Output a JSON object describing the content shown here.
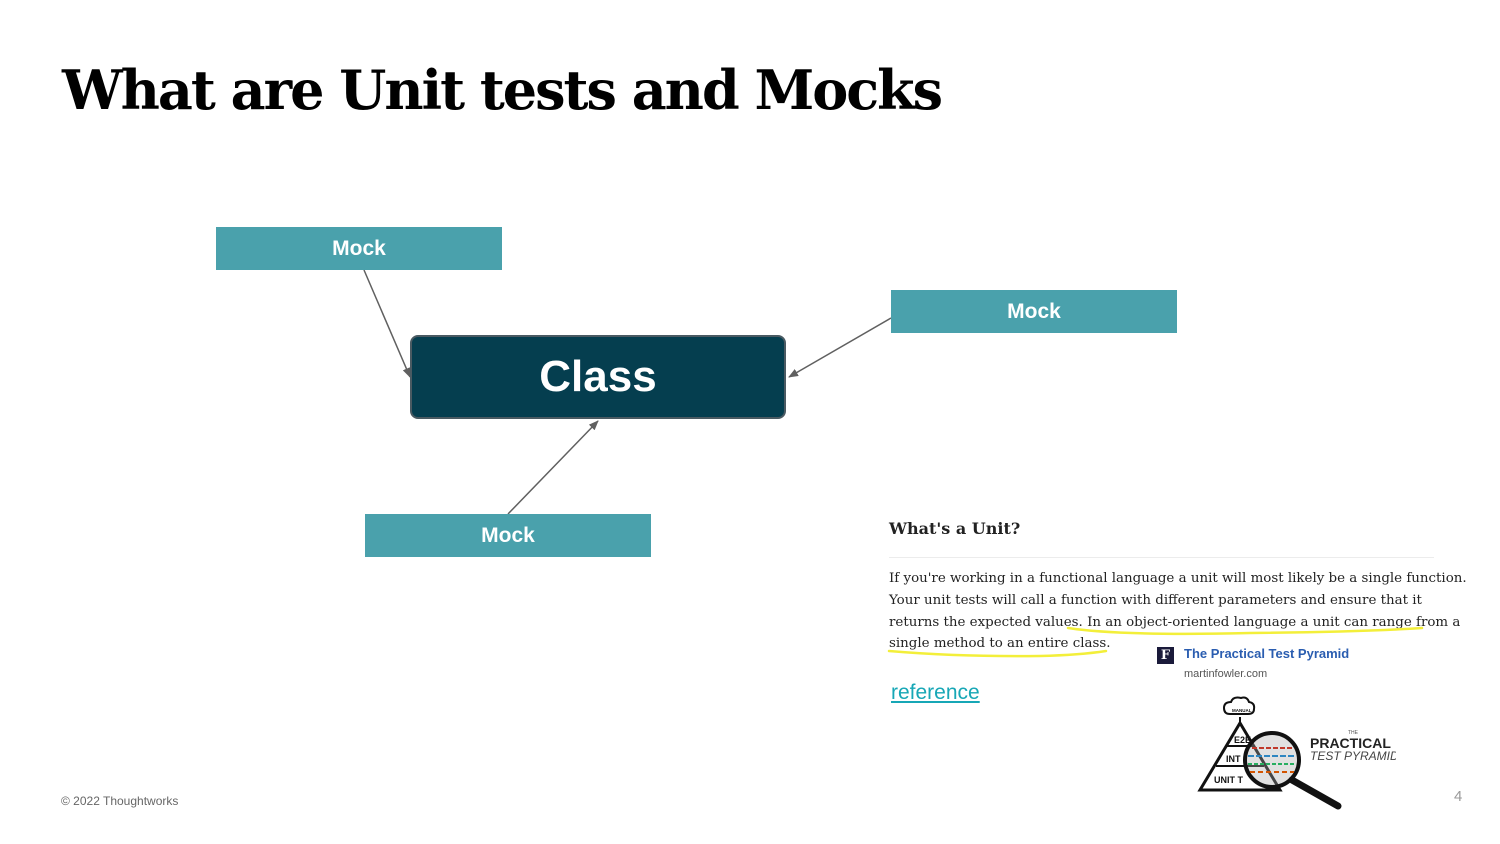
{
  "slide": {
    "title": "What are Unit tests and Mocks",
    "page_number": "4",
    "copyright": "© 2022 Thoughtworks"
  },
  "diagram": {
    "center_label": "Class",
    "mocks": [
      "Mock",
      "Mock",
      "Mock"
    ],
    "colors": {
      "mock": "#4aa1ac",
      "class": "#053e4f",
      "arrow": "#606060"
    }
  },
  "excerpt": {
    "heading": "What's a Unit?",
    "lines": [
      "If you're working in a functional language a unit will most likely be a single function.",
      "Your unit tests will call a function with different parameters and ensure that it",
      "returns the expected values.",
      "In an object-oriented language a unit can range from a",
      "single method to an entire class."
    ],
    "highlight_color": "#f3ef3a"
  },
  "source": {
    "icon_letter": "F",
    "title": "The Practical Test Pyramid",
    "domain": "martinfowler.com"
  },
  "reference_link": "reference",
  "logo": {
    "line1": "PRACTICAL",
    "line2": "TEST PYRAMID",
    "small": "THE",
    "tiers": [
      "MANUAL",
      "E2E",
      "INT",
      "UNIT T"
    ]
  }
}
